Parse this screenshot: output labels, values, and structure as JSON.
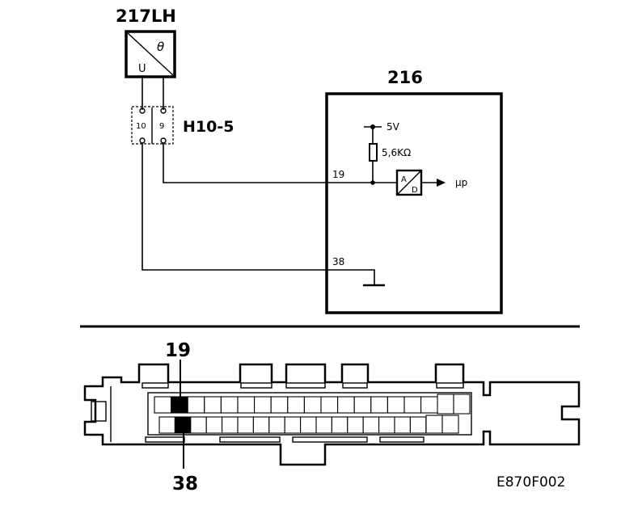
{
  "sensor": {
    "label": "217LH",
    "symbol_top": "θ",
    "symbol_bottom": "U"
  },
  "connector_h10": {
    "label": "H10-5",
    "pin_left": "10",
    "pin_right": "9"
  },
  "ecu": {
    "label": "216",
    "supply": "5V",
    "resistor": "5,6KΩ",
    "pin_signal": "19",
    "pin_ground": "38",
    "converter_top": "A",
    "converter_bottom": "D",
    "output": "μp"
  },
  "connector_bottom": {
    "pin_top_label": "19",
    "pin_bottom_label": "38",
    "top_row_cells": 17,
    "bottom_row_cells": 17,
    "highlight_top_index": 1,
    "highlight_bottom_index": 1
  },
  "figure_code": "E870F002"
}
